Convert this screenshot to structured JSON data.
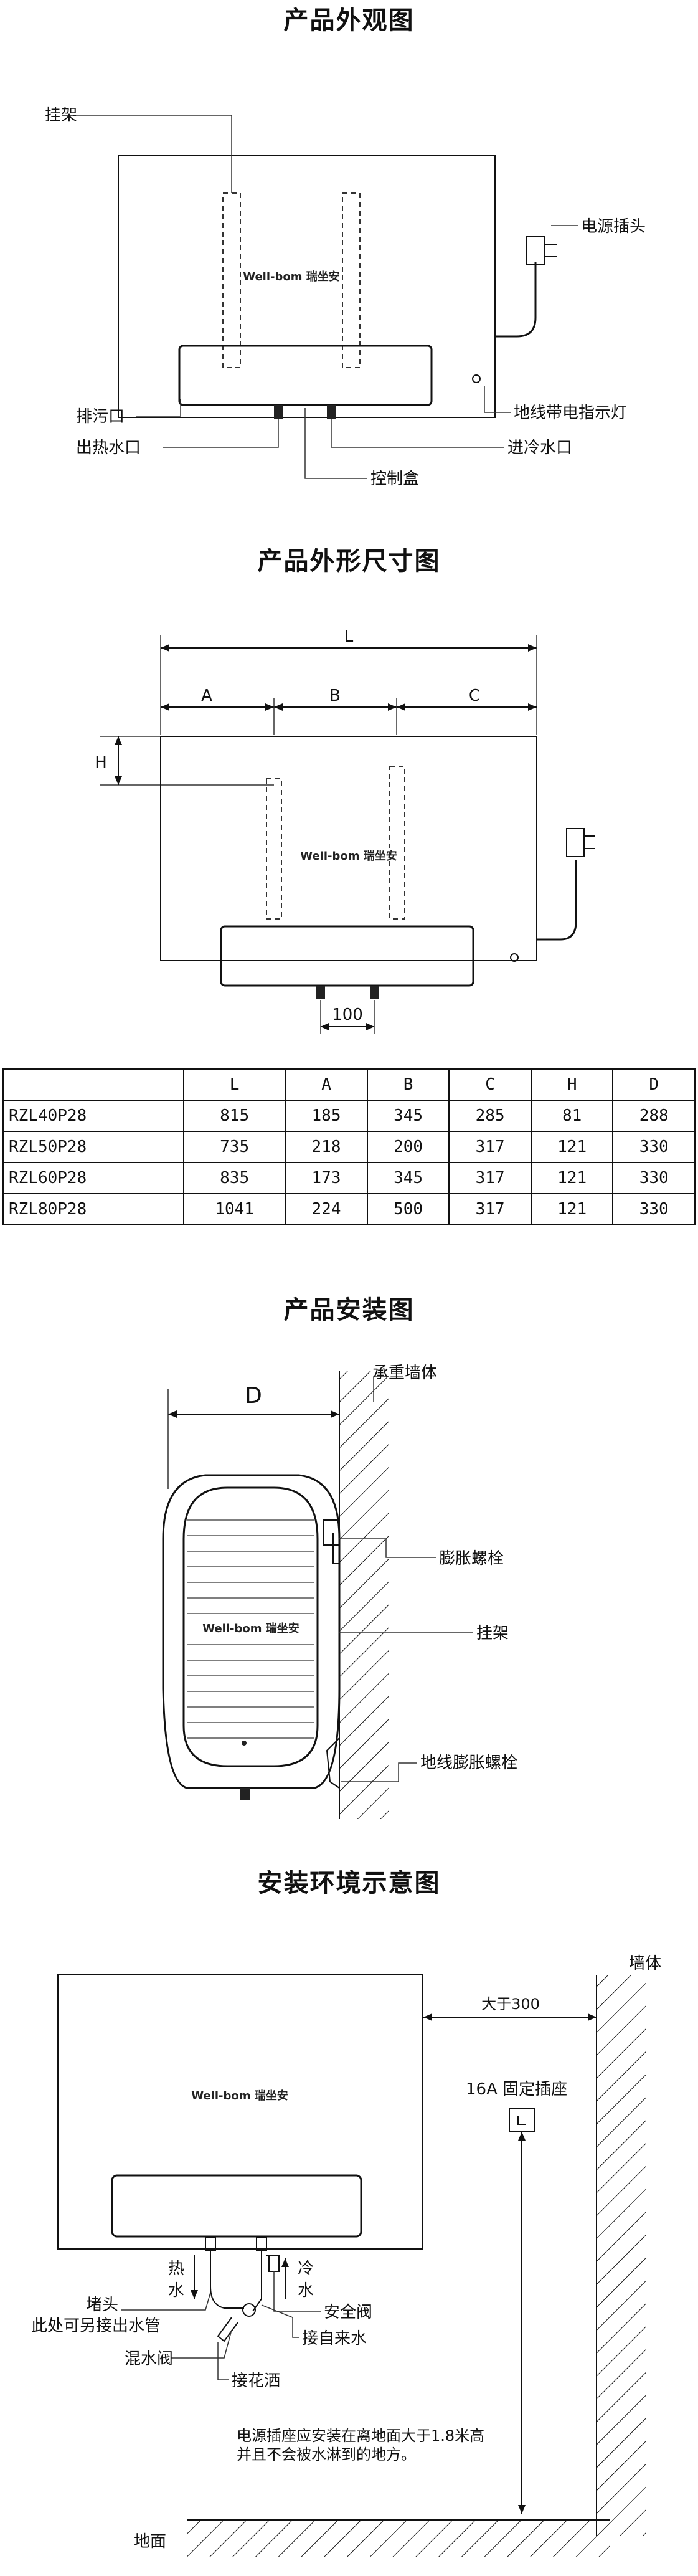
{
  "sections": {
    "appearance_title": "产品外观图",
    "dimensions_title": "产品外形尺寸图",
    "install_title": "产品安装图",
    "environment_title": "安装环境示意图"
  },
  "brand_logo": "Well-bom 瑞坐安",
  "appearance_labels": {
    "hanger": "挂架",
    "power_plug": "电源插头",
    "drain": "排污口",
    "indicator": "地线带电指示灯",
    "hot_outlet": "出热水口",
    "cold_inlet": "进冷水口",
    "control_box": "控制盒"
  },
  "dimension_labels": {
    "L": "L",
    "A": "A",
    "B": "B",
    "C": "C",
    "H": "H",
    "spacing": "100"
  },
  "spec_table": {
    "headers": [
      "",
      "L",
      "A",
      "B",
      "C",
      "H",
      "D"
    ],
    "rows": [
      [
        "RZL40P28",
        "815",
        "185",
        "345",
        "285",
        "81",
        "288"
      ],
      [
        "RZL50P28",
        "735",
        "218",
        "200",
        "317",
        "121",
        "330"
      ],
      [
        "RZL60P28",
        "835",
        "173",
        "345",
        "317",
        "121",
        "330"
      ],
      [
        "RZL80P28",
        "1041",
        "224",
        "500",
        "317",
        "121",
        "330"
      ]
    ]
  },
  "install_labels": {
    "D": "D",
    "load_wall": "承重墙体",
    "expansion_bolt": "膨胀螺栓",
    "hanger": "挂架",
    "ground_bolt": "地线膨胀螺栓"
  },
  "environment_labels": {
    "wall": "墙体",
    "distance": "大于300",
    "socket": "16A  固定插座",
    "hot_char1": "热",
    "hot_char2": "水",
    "cold_char1": "冷",
    "cold_char2": "水",
    "plug": "堵头",
    "alt_outlet": "此处可另接出水管",
    "safety_valve": "安全阀",
    "mixing_valve": "混水阀",
    "tap_water": "接自来水",
    "shower": "接花洒",
    "note_line1": "电源插座应安装在离地面大于1.8米高",
    "note_line2": "并且不会被水淋到的地方。",
    "floor": "地面"
  }
}
